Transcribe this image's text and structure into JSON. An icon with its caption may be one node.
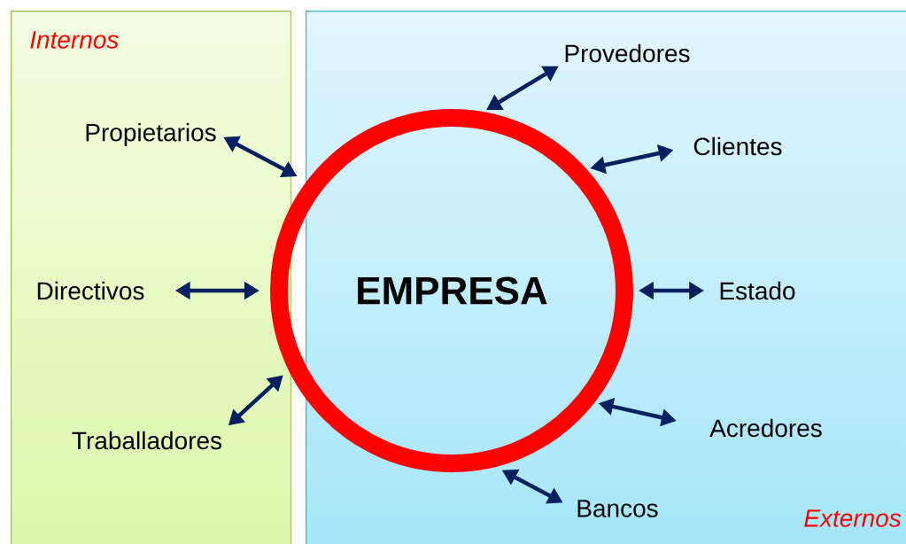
{
  "diagram": {
    "nodes": [
      {
        "text": [
          "Internos"
        ]
      },
      {
        "text": [
          "Externos"
        ]
      },
      {
        "text": [
          "EMPRESA"
        ]
      },
      {
        "text": [
          "Propietarios"
        ],
        "in": 0
      },
      {
        "text": [
          "Directivos"
        ],
        "in": 0
      },
      {
        "text": [
          "Traballadores"
        ],
        "in": 0
      },
      {
        "text": [
          "Provedores"
        ],
        "in": 1
      },
      {
        "text": [
          "Clientes"
        ],
        "in": 1
      },
      {
        "text": [
          "Estado"
        ],
        "in": 1
      },
      {
        "text": [
          "Acredores"
        ],
        "in": 1
      },
      {
        "text": [
          "Bancos"
        ],
        "in": 1
      }
    ],
    "edges": [
      {
        "from": 2,
        "to": 3,
        "arrow": "both"
      },
      {
        "from": 2,
        "to": 4,
        "arrow": "both"
      },
      {
        "from": 2,
        "to": 5,
        "arrow": "both"
      },
      {
        "from": 2,
        "to": 6,
        "arrow": "both"
      },
      {
        "from": 2,
        "to": 7,
        "arrow": "both"
      },
      {
        "from": 2,
        "to": 8,
        "arrow": "both"
      },
      {
        "from": 2,
        "to": 9,
        "arrow": "both"
      },
      {
        "from": 2,
        "to": 10,
        "arrow": "both"
      }
    ]
  }
}
